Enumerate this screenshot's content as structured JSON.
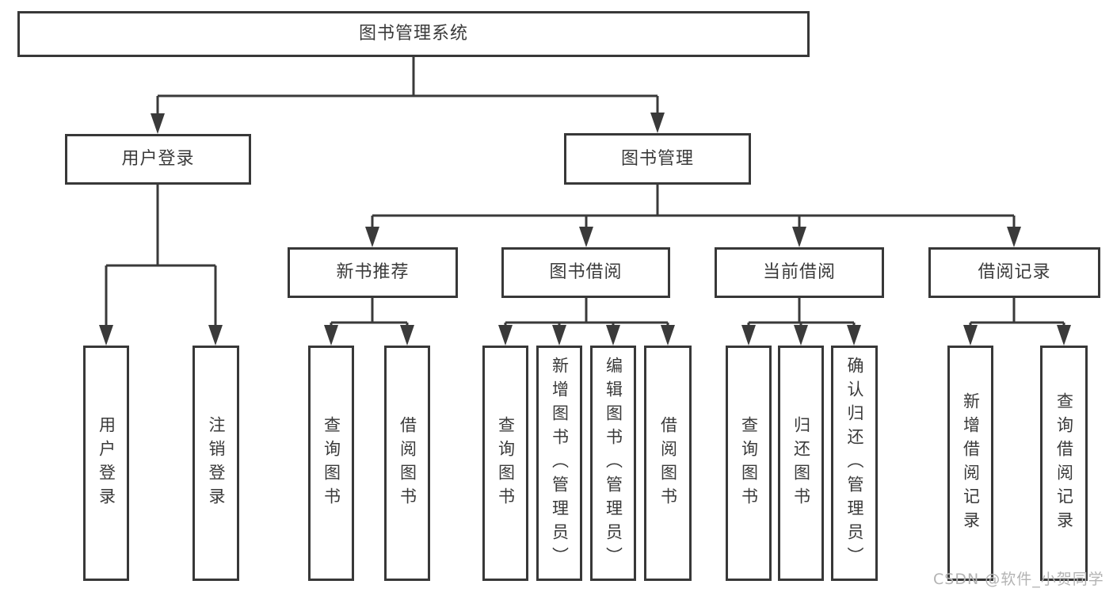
{
  "colors": {
    "line": "#3a3a3a",
    "box_border": "#383838",
    "text": "#3a3a3a",
    "watermark": "#b3b3b3",
    "background": "#ffffff"
  },
  "watermark": {
    "text": "CSDN @软件_小贺同学"
  },
  "diagram": {
    "root": {
      "label": "图书管理系统"
    },
    "branches": [
      {
        "label": "用户登录",
        "children": [
          {
            "label": "用户登录"
          },
          {
            "label": "注销登录"
          }
        ]
      },
      {
        "label": "图书管理",
        "children": [
          {
            "label": "新书推荐",
            "children": [
              {
                "label": "查询图书"
              },
              {
                "label": "借阅图书"
              }
            ]
          },
          {
            "label": "图书借阅",
            "children": [
              {
                "label": "查询图书"
              },
              {
                "label": "新增图书（管理员）"
              },
              {
                "label": "编辑图书（管理员）"
              },
              {
                "label": "借阅图书"
              }
            ]
          },
          {
            "label": "当前借阅",
            "children": [
              {
                "label": "查询图书"
              },
              {
                "label": "归还图书"
              },
              {
                "label": "确认归还（管理员）"
              }
            ]
          },
          {
            "label": "借阅记录",
            "children": [
              {
                "label": "新增借阅记录"
              },
              {
                "label": "查询借阅记录"
              }
            ]
          }
        ]
      }
    ]
  }
}
